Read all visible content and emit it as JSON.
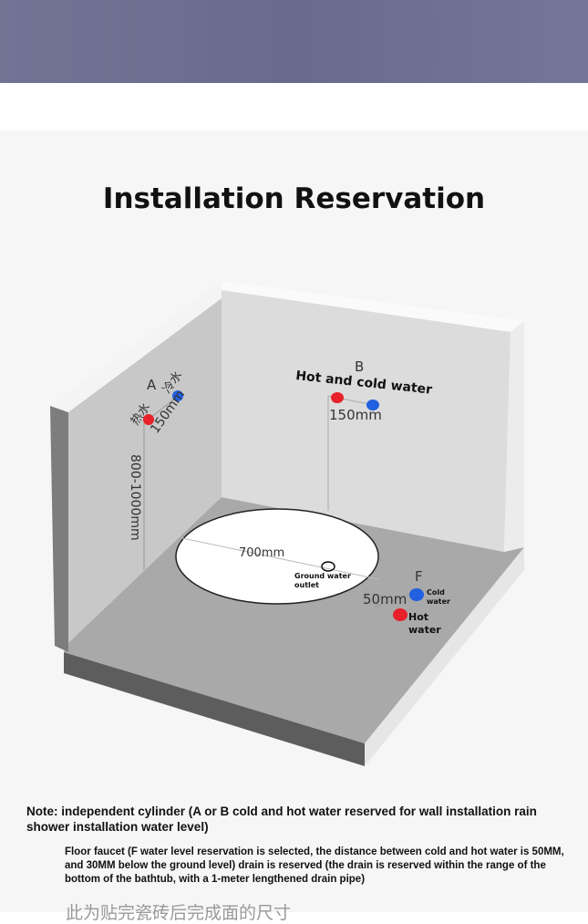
{
  "title": "Installation Reservation",
  "diagram": {
    "label_a": "A",
    "a_hot": "热水",
    "a_cold": "冷水",
    "a_dist": "150mm",
    "a_height": "800-1000mm",
    "label_b": "B",
    "b_title": "Hot and cold water",
    "b_dist": "150mm",
    "tub_diameter": "700mm",
    "outlet_1": "Ground water",
    "outlet_2": "outlet",
    "label_f": "F",
    "f_dist": "50mm",
    "f_cold_1": "Cold",
    "f_cold_2": "water",
    "f_hot_1": "Hot",
    "f_hot_2": "water",
    "colors": {
      "hot": "#e8202a",
      "cold": "#2160e0"
    }
  },
  "notes": {
    "note1": "Note: independent cylinder (A or B cold and hot water reserved for wall installation rain shower installation water level)",
    "note2": "Floor faucet (F water level reservation is selected, the distance between cold and hot water is 50MM, and 30MM below the ground level) drain is reserved (the drain is reserved within the range of the bottom of the bathtub, with a 1-meter lengthened drain pipe)",
    "chinese": "此为贴完瓷砖后完成面的尺寸"
  }
}
